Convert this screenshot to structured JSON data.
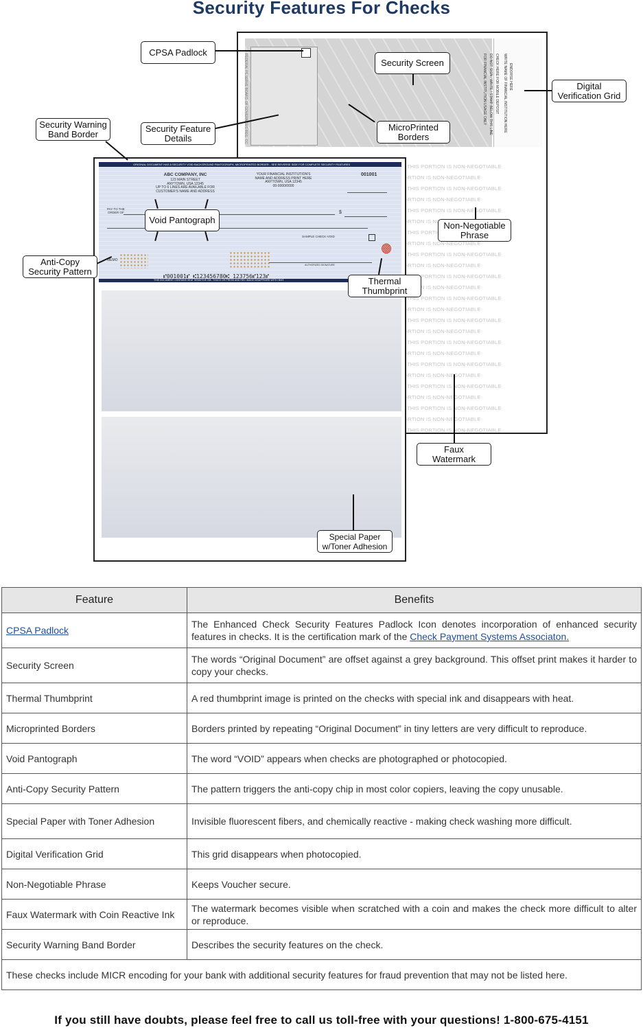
{
  "page": {
    "title": "Security Features For Checks",
    "footer": "If you still have doubts, please feel free to call us toll-free with your questions! 1-800-675-4151"
  },
  "diagram": {
    "callouts": {
      "cpsa_padlock": "CPSA Padlock",
      "security_screen": "Security Screen",
      "digital_verification_grid": "Digital\nVerification Grid",
      "security_warning_band_border": "Security Warning\nBand Border",
      "security_feature_details": "Security Feature\nDetails",
      "microprinted_borders": "MicroPrinted\nBorders",
      "void_pantograph": "Void Pantograph",
      "non_negotiable_phrase": "Non-Negotiable\nPhrase",
      "anti_copy_security_pattern": "Anti-Copy\nSecurity Pattern",
      "thermal_thumbprint": "Thermal\nThumbprint",
      "faux_watermark": "Faux\nWatermark",
      "special_paper": "Special Paper\nw/Toner Adhesion"
    },
    "check": {
      "company_name": "ABC COMPANY, INC",
      "company_address": "123 MAIN STREET\nANYTOWN, USA 12345\nUP TO 6 LINES ARE AVAILABLE FOR\nCUSTOMER'S NAME AND ADDRESS",
      "bank_block": "YOUR FINANCIAL INSTITUTION'S\nNAME AND ADDRESS PRINT HERE\nANYTOWN, USA 12345\n00-0000/0000",
      "check_number": "001001",
      "pay_to": "PAY TO THE\nORDER OF",
      "dollar_sign": "$",
      "memo": "MEMO",
      "sample_void": "SAMPLE CHECK-VOID",
      "authorized_signature": "AUTHORIZED SIGNATURE",
      "micr_line": "⑈001001⑈  ⑆123456780⑆  123756⑈123⑈",
      "top_band": "ORIGINAL DOCUMENT HAS A SECURITY VOID BACKGROUND PANTOGRAPH, MICROPRINTED BORDER - SEE REVERSE SIDE FOR COMPLETE SECURITY FEATURES",
      "bottom_band": "THIS DOCUMENT CONTAINS HEAT SENSITIVE INK. TOUCH OR PRESS AND RED IMAGE DISAPPEARS WITH HEAT.",
      "non_negotiable_text": "THIS PORTION IS NON-NEGOTIABLE",
      "endorse_here": "ENDORSE HERE",
      "back_notice": "WRITE NAME OF FINANCIAL INSTITUTION HERE",
      "mobile_deposit": "CHECK HERE FOR MOBILE DEPOSIT",
      "do_not_write": "DO NOT SIGN / WRITE / STAMP BELOW THIS LINE",
      "fi_use_only": "FOR FINANCIAL INSTITUTION USAGE ONLY",
      "reserved": "FEDERAL RESERVE BOARD OF GOVERNORS REG. CC"
    }
  },
  "table": {
    "headers": [
      "Feature",
      "Benefits"
    ],
    "rows": [
      {
        "feature": "CPSA Padlock",
        "benefit": "The Enhanced Check Security Features Padlock Icon denotes incorporation of enhanced security features in checks. It is the certification mark of the ",
        "link": "Check Payment Systems Associaton."
      },
      {
        "feature": "Security Screen",
        "benefit": "The words “Original Document” are offset against a grey background. This offset print makes it harder to copy your checks."
      },
      {
        "feature": "Thermal Thumbprint",
        "benefit": "A red thumbprint image is printed on the checks with special ink and disappears with heat."
      },
      {
        "feature": "Microprinted Borders",
        "benefit": "Borders printed by repeating “Original Document” in tiny letters are very difficult to reproduce."
      },
      {
        "feature": "Void Pantograph",
        "benefit": "The word “VOID” appears when checks are photographed or photocopied."
      },
      {
        "feature": "Anti-Copy Security Pattern",
        "benefit": "The pattern triggers the anti-copy chip in most color copiers, leaving the copy unusable."
      },
      {
        "feature": "Special Paper with Toner Adhesion",
        "benefit": "Invisible fluorescent fibers, and chemically reactive - making check washing more difficult."
      },
      {
        "feature": "Digital Verification Grid",
        "benefit": "This grid disappears when photocopied."
      },
      {
        "feature": "Non-Negotiable Phrase",
        "benefit": "Keeps Voucher secure."
      },
      {
        "feature": "Faux Watermark with Coin Reactive Ink",
        "benefit": "The watermark becomes visible when scratched with a coin and makes the check more difficult to alter or reproduce."
      },
      {
        "feature": "Security Warning Band Border",
        "benefit": "Describes the security features on the check."
      }
    ],
    "footnote": "These checks include MICR encoding for your bank with additional security features for fraud prevention that may not be listed here."
  },
  "colors": {
    "title": "#1f3a62",
    "check_band": "#1c2b57",
    "check_background": "#dde3f0",
    "thumbprint": "#c0392b",
    "link": "#1f4fa0"
  }
}
